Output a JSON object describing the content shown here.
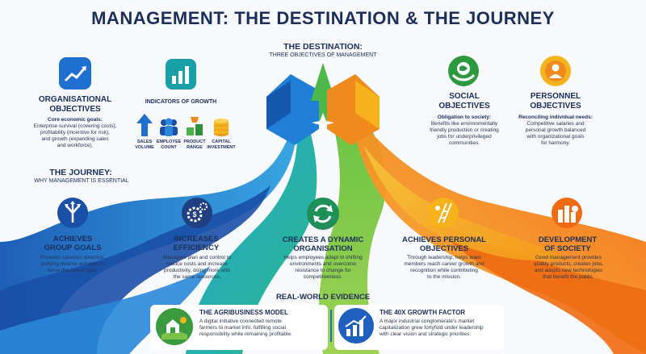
{
  "title": "MANAGEMENT: THE DESTINATION & THE JOURNEY",
  "destination": {
    "heading": "THE DESTINATION:",
    "subheading": "THREE OBJECTIVES OF MANAGEMENT"
  },
  "organisational": {
    "title_line1": "ORGANISATIONAL",
    "title_line2": "OBJECTIVES",
    "sub": "Core economic goals:",
    "text_lines": [
      "Enterprise survival (covering costs),",
      "profitability (incentive for risk),",
      "and growth (expanding sales",
      "and workforce)."
    ]
  },
  "indicators": {
    "title": "INDICATORS OF GROWTH",
    "items": [
      {
        "line1": "SALES",
        "line2": "VOLUME"
      },
      {
        "line1": "EMPLOYEE",
        "line2": "COUNT"
      },
      {
        "line1": "PRODUCT",
        "line2": "RANGE"
      },
      {
        "line1": "CAPITAL",
        "line2": "INVESTMENT"
      }
    ]
  },
  "social": {
    "title_line1": "SOCIAL",
    "title_line2": "OBJECTIVES",
    "sub": "Obligation to society:",
    "text_lines": [
      "Benefits like environmentally",
      "friendly production or creating",
      "jobs for underprivileged",
      "communities."
    ]
  },
  "personnel": {
    "title_line1": "PERSONNEL",
    "title_line2": "OBJECTIVES",
    "sub": "Reconciling individual needs:",
    "text_lines": [
      "Competitive salaries and",
      "personal growth balanced",
      "with organizational goals",
      "for harmony."
    ]
  },
  "journey": {
    "heading": "THE JOURNEY:",
    "subheading": "WHY MANAGEMENT IS ESSENTIAL"
  },
  "bottom": [
    {
      "title_line1": "ACHIEVES",
      "title_line2": "GROUP GOALS",
      "text_lines": [
        "Provides common direction,",
        "unifying diverse activities to",
        "serve the overall goal."
      ]
    },
    {
      "title_line1": "INCREASES",
      "title_line2": "EFFICIENCY",
      "text_lines": [
        "Managers plan and control to",
        "reduce costs and increase",
        "productivity, doing more with",
        "the same resources."
      ]
    },
    {
      "title_line1": "CREATES A DYNAMIC",
      "title_line2": "ORGANISATION",
      "text_lines": [
        "Helps employees adapt to shifting",
        "environments and overcome",
        "resistance to change for",
        "competitiveness."
      ]
    },
    {
      "title_line1": "ACHIEVES PERSONAL",
      "title_line2": "OBJECTIVES",
      "text_lines": [
        "Through leadership, helps team",
        "members reach career growth and",
        "recognition while contributing",
        "to the mission."
      ]
    },
    {
      "title_line1": "DEVELOPMENT",
      "title_line2": "OF SOCIETY",
      "text_lines": [
        "Good management provides",
        "quality products, creates jobs,",
        "and adopts new technologies",
        "that benefit the public."
      ]
    }
  ],
  "evidence": {
    "heading": "REAL-WORLD EVIDENCE",
    "items": [
      {
        "title": "THE AGRIBUSINESS MODEL",
        "text_lines": [
          "A digital initiative connected remote",
          "farmers to market info, fulfilling social",
          "responsibility while remaining profitable."
        ]
      },
      {
        "title": "THE 40X GROWTH FACTOR",
        "text_lines": [
          "A major industrial conglomerate's market",
          "capitalization grew fortyfold under leadership",
          "with clear vision and strategic priorities."
        ]
      }
    ]
  },
  "colors": {
    "navy": "#1b2f5a",
    "blue": "#1e6fd0",
    "teal": "#18a79a",
    "green": "#49b34a",
    "orange": "#f08a1c",
    "yellow": "#f6b21a"
  }
}
